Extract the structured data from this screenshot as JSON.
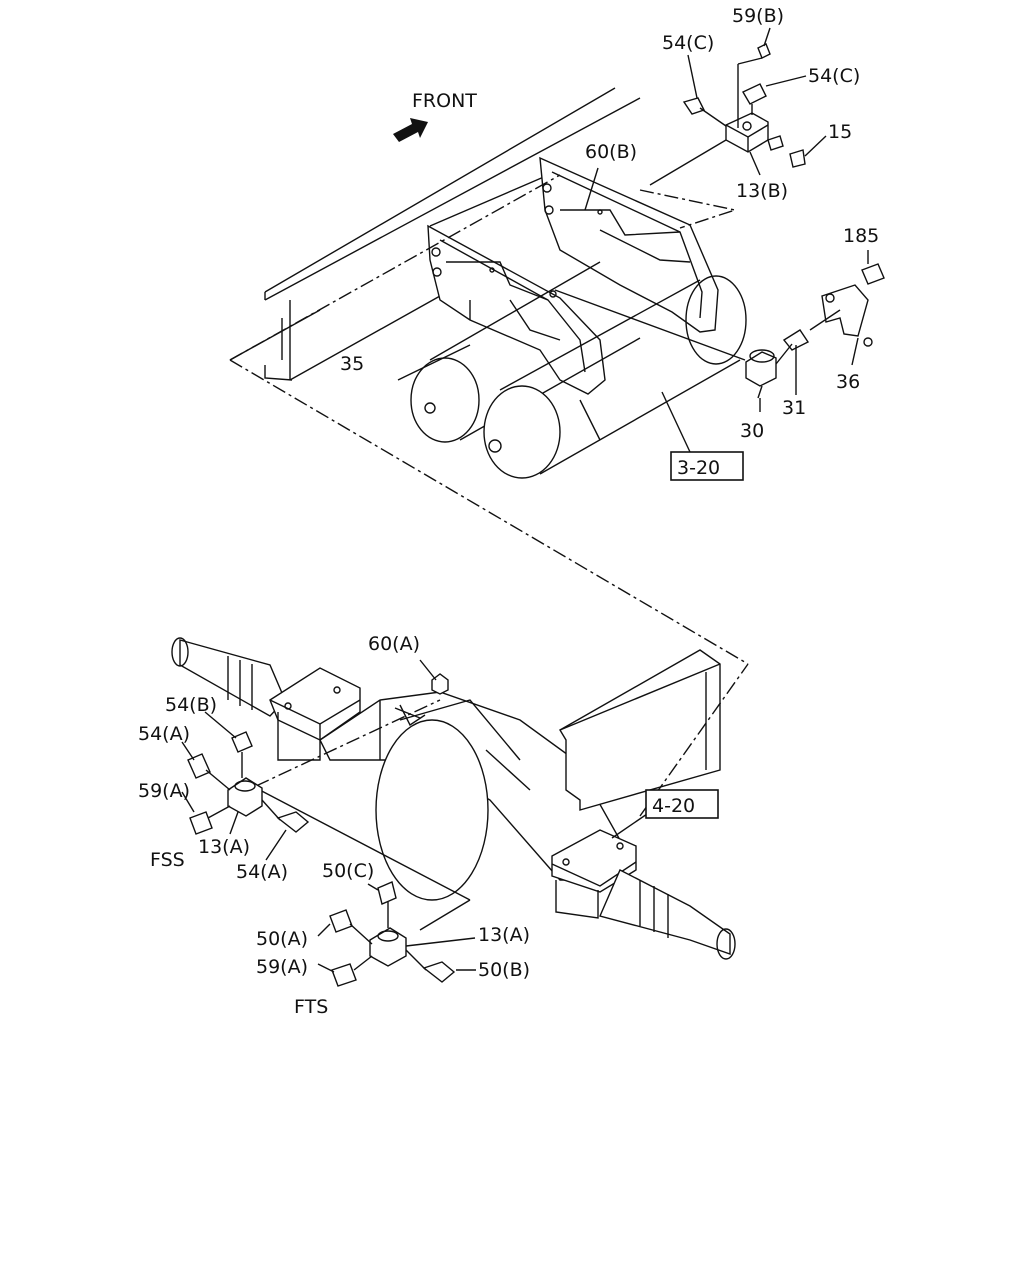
{
  "diagram": {
    "direction_label": "FRONT",
    "references": {
      "upper": "3-20",
      "lower": "4-20"
    },
    "variants": {
      "fss": "FSS",
      "fts": "FTS"
    },
    "callouts": {
      "c59b": "59(B)",
      "c54c_top": "54(C)",
      "c54c_right": "54(C)",
      "c15": "15",
      "c13b": "13(B)",
      "c60b": "60(B)",
      "c185": "185",
      "c35": "35",
      "c36": "36",
      "c31": "31",
      "c30": "30",
      "c60a": "60(A)",
      "c54b": "54(B)",
      "c54a_top": "54(A)",
      "c59a_fss": "59(A)",
      "c13a_fss": "13(A)",
      "c54a_bottom": "54(A)",
      "c50c": "50(C)",
      "c50a": "50(A)",
      "c13a_fts": "13(A)",
      "c59a_fts": "59(A)",
      "c50b": "50(B)"
    }
  }
}
